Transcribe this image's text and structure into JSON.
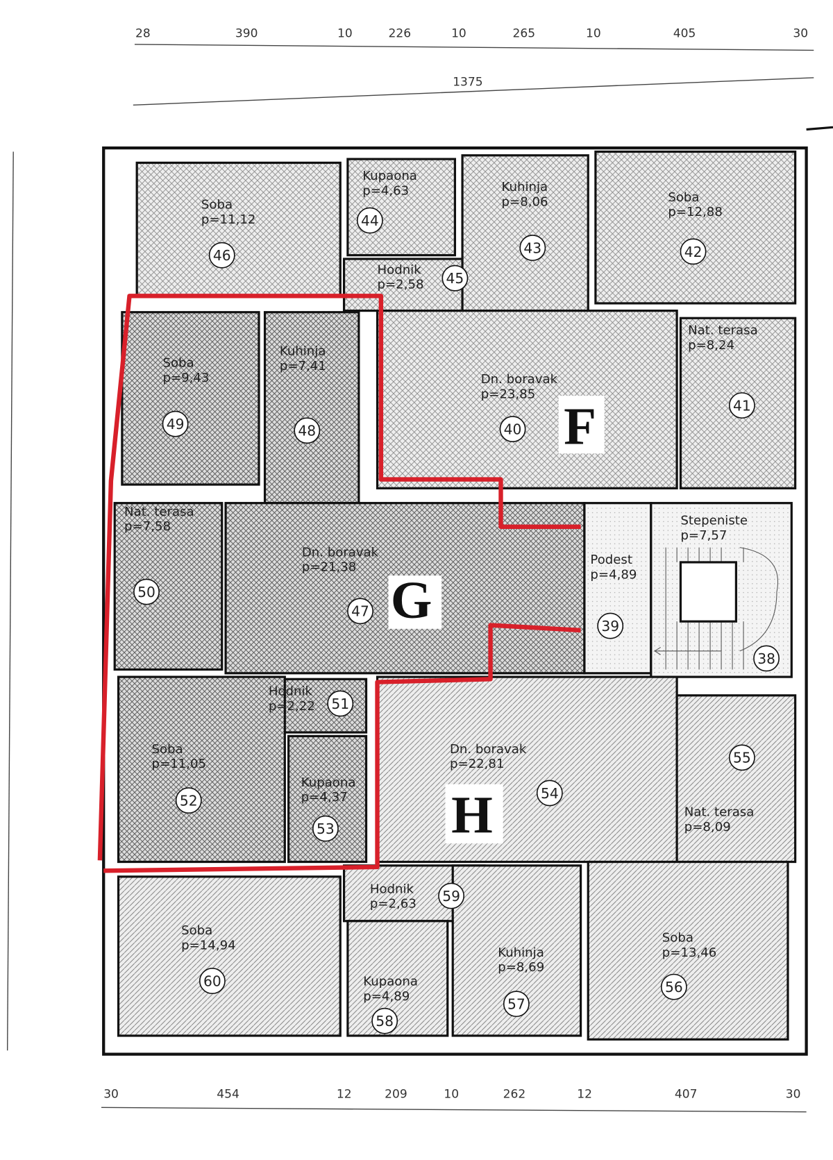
{
  "title": "Floor plan – apartments F, G, H",
  "colors": {
    "highlight": "#d8202a",
    "wall": "#111111",
    "hatch": "#777777"
  },
  "dimensions": {
    "top": [
      "28",
      "390",
      "10",
      "226",
      "10",
      "265",
      "10",
      "405",
      "30"
    ],
    "overall": "1375",
    "bottom": [
      "30",
      "454",
      "12",
      "209",
      "10",
      "262",
      "12",
      "407",
      "30"
    ]
  },
  "apartments": [
    {
      "letter": "F",
      "highlighted": false
    },
    {
      "letter": "G",
      "highlighted": true
    },
    {
      "letter": "H",
      "highlighted": false
    }
  ],
  "rooms": [
    {
      "no": "46",
      "name": "Soba",
      "area": "p=11,12",
      "apt": "F"
    },
    {
      "no": "44",
      "name": "Kupaona",
      "area": "p=4,63",
      "apt": "F"
    },
    {
      "no": "45",
      "name": "Hodnik",
      "area": "p=2,58",
      "apt": "F"
    },
    {
      "no": "43",
      "name": "Kuhinja",
      "area": "p=8,06",
      "apt": "F"
    },
    {
      "no": "42",
      "name": "Soba",
      "area": "p=12,88",
      "apt": "F"
    },
    {
      "no": "40",
      "name": "Dn. boravak",
      "area": "p=23,85",
      "apt": "F"
    },
    {
      "no": "41",
      "name": "Nat. terasa",
      "area": "p=8,24",
      "apt": "F"
    },
    {
      "no": "49",
      "name": "Soba",
      "area": "p=9,43",
      "apt": "G"
    },
    {
      "no": "48",
      "name": "Kuhinja",
      "area": "p=7,41",
      "apt": "G"
    },
    {
      "no": "50",
      "name": "Nat. terasa",
      "area": "p=7,58",
      "apt": "G"
    },
    {
      "no": "47",
      "name": "Dn. boravak",
      "area": "p=21,38",
      "apt": "G"
    },
    {
      "no": "39",
      "name": "Podest",
      "area": "p=4,89",
      "apt": "S"
    },
    {
      "no": "38",
      "name": "Stepeniste",
      "area": "p=7,57",
      "apt": "S"
    },
    {
      "no": "51",
      "name": "Hodnik",
      "area": "p=2,22",
      "apt": "G"
    },
    {
      "no": "52",
      "name": "Soba",
      "area": "p=11,05",
      "apt": "G"
    },
    {
      "no": "53",
      "name": "Kupaona",
      "area": "p=4,37",
      "apt": "G"
    },
    {
      "no": "54",
      "name": "Dn. boravak",
      "area": "p=22,81",
      "apt": "H"
    },
    {
      "no": "55",
      "name": "Nat. terasa",
      "area": "p=8,09",
      "apt": "H"
    },
    {
      "no": "59",
      "name": "Hodnik",
      "area": "p=2,63",
      "apt": "H"
    },
    {
      "no": "60",
      "name": "Soba",
      "area": "p=14,94",
      "apt": "H"
    },
    {
      "no": "58",
      "name": "Kupaona",
      "area": "p=4,89",
      "apt": "H"
    },
    {
      "no": "57",
      "name": "Kuhinja",
      "area": "p=8,69",
      "apt": "H"
    },
    {
      "no": "56",
      "name": "Soba",
      "area": "p=13,46",
      "apt": "H"
    }
  ]
}
